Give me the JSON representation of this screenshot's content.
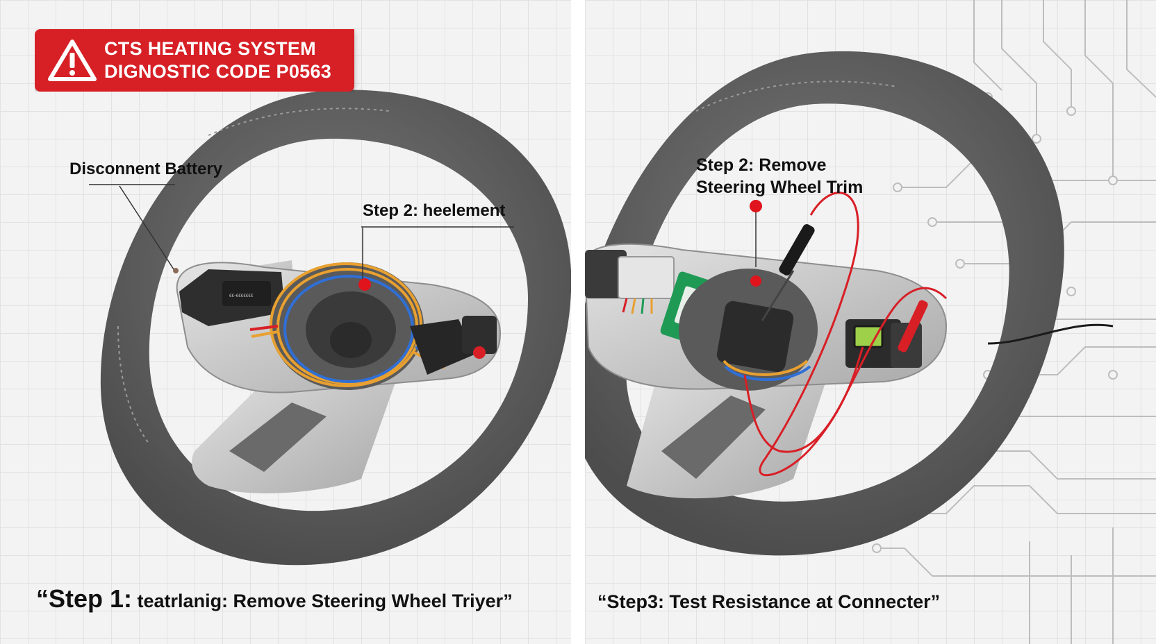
{
  "banner": {
    "title_line1": "CTS HEATING SYSTEM",
    "title_line2": "DIGNOSTIC CODE P0563",
    "color": "#d62026"
  },
  "left_panel": {
    "callout_battery": "Disconnent Battery",
    "callout_step2": "Step 2: heelement",
    "caption_prefix": "“Step 1:",
    "caption_rest": " teatrlanig: Remove Steering Wheel Triyer”",
    "module_label": "ϵϵ-ϵϵϵϵϵϵϵ"
  },
  "right_panel": {
    "callout_step2_line1": "Step 2: Remove",
    "callout_step2_line2": "Steering Wheel Trim",
    "caption": "“Step3: Test Resistance at Connecter”"
  },
  "colors": {
    "wheel": "#5e5e5e",
    "hub": "#c8c8c8",
    "wire_orange": "#e8a030",
    "wire_blue": "#2f6fd6",
    "wire_red": "#d81f26",
    "marker": "#e0141c",
    "module_green": "#1f9a55",
    "circuit": "#bdbdbd"
  },
  "icons": [
    "warning-triangle-icon"
  ]
}
